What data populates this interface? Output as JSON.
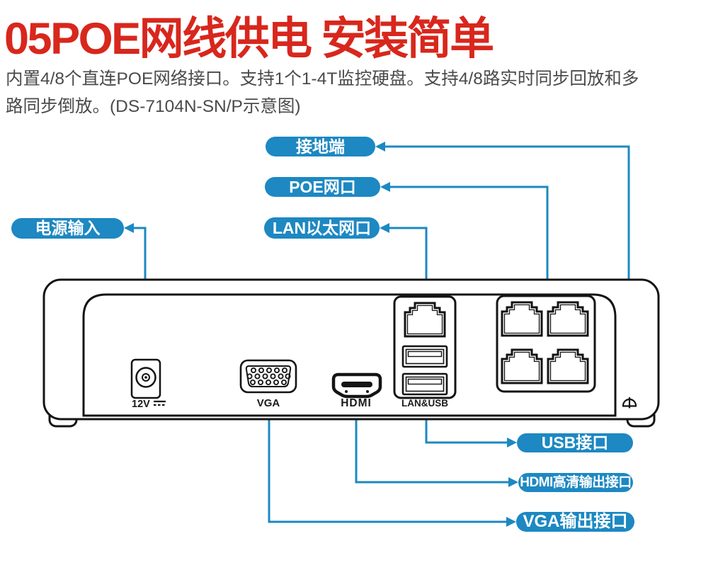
{
  "colors": {
    "accent": "#1d88c2",
    "title": "#d8271d",
    "body_text": "#4a4a4a",
    "line": "#141414"
  },
  "title": {
    "text": "05POE网线供电 安装简单"
  },
  "description": {
    "line1": "内置4/8个直连POE网络接口。支持1个1-4T监控硬盘。支持4/8路实时同步回放和多",
    "line2": "路同步倒放。(DS-7104N-SN/P示意图)"
  },
  "callout_labels": {
    "ground": "接地端",
    "poe": "POE网口",
    "lan": "LAN以太网口",
    "power": "电源输入",
    "usb": "USB接口",
    "hdmi_out": "HDMI高清输出接口",
    "vga_out": "VGA输出接口"
  },
  "device": {
    "port_labels": {
      "power": "12V",
      "vga": "VGA",
      "hdmi": "HDMI",
      "lan_usb": "LAN&USB"
    }
  },
  "icons": {
    "ground": "protective-earth-ground-icon",
    "arrowheads": "callout-arrowhead-icon"
  }
}
